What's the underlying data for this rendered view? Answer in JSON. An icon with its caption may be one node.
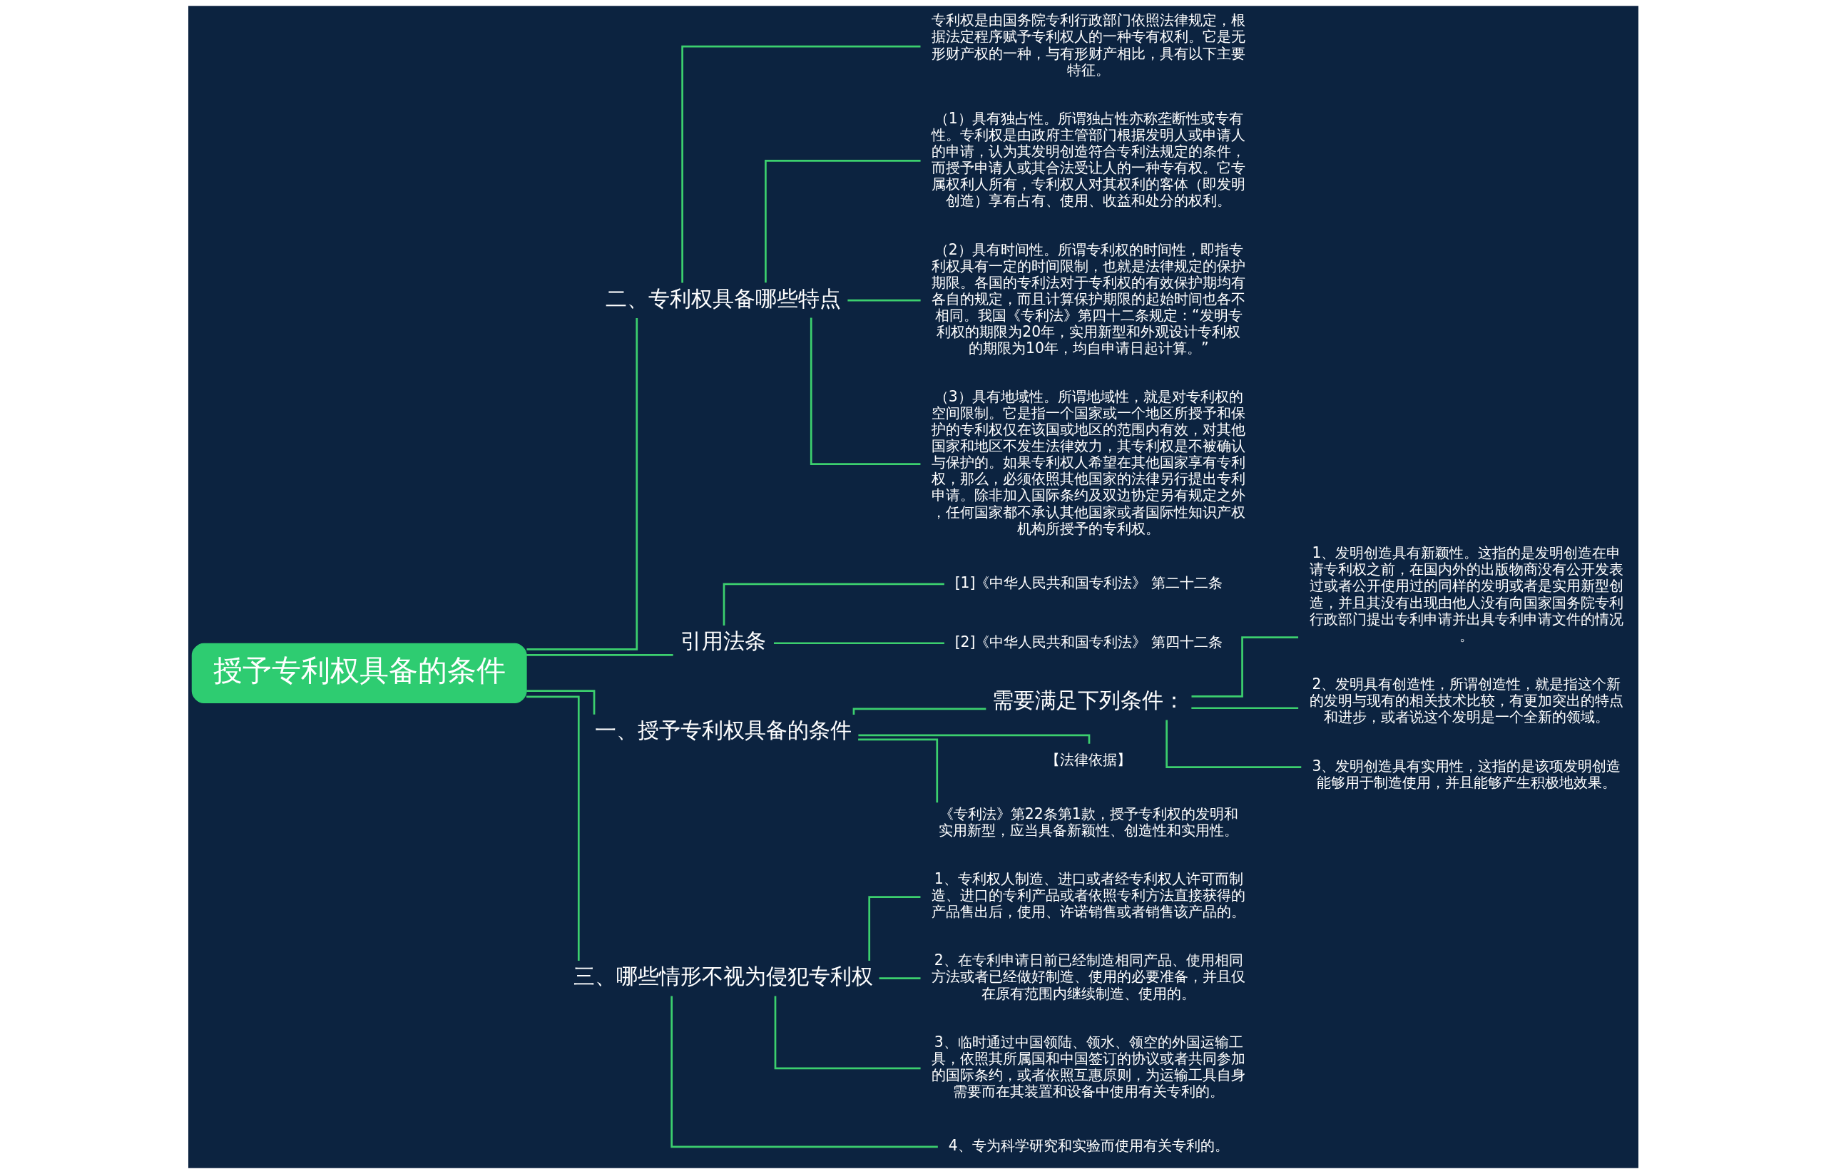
{
  "diagram": {
    "nodes": [
      {
        "text": [
          "授予专利权具备的条件"
        ]
      },
      {
        "text": [
          "二、专利权具备哪些特点"
        ]
      },
      {
        "text": [
          "专利权是由国务院专利行政部门依照法律规定，根据法定程序赋予专利权人的一种专有权利。它是无形财产权的一种，与有形财产相比，具有以下主要特征。"
        ]
      },
      {
        "text": [
          "（1）具有独占性。所谓独占性亦称垄断性或专有性。专利权是由政府主管部门根据发明人或申请人的申请，认为其发明创造符合专利法规定的条件，而授予申请人或其合法受让人的一种专有权。它专属权利人所有，专利权人对其权利的客体（即发明创造）享有占有、使用、收益和处分的权利。"
        ]
      },
      {
        "text": [
          "（2）具有时间性。所谓专利权的时间性，即指专利权具有一定的时间限制，也就是法律规定的保护期限。各国的专利法对于专利权的有效保护期均有各自的规定，而且计算保护期限的起始时间也各不相同。我国《专利法》第四十二条规定：“发明专利权的期限为20年，实用新型和外观设计专利权的期限为10年，均自申请日起计算。”"
        ]
      },
      {
        "text": [
          "（3）具有地域性。所谓地域性，就是对专利权的空间限制。它是指一个国家或一个地区所授予和保护的专利权仅在该国或地区的范围内有效，对其他国家和地区不发生法律效力，其专利权是不被确认与保护的。如果专利权人希望在其他国家享有专利权，那么，必须依照其他国家的法律另行提出专利申请。除非加入国际条约及双边协定另有规定之外，任何国家都不承认其他国家或者国际性知识产权机构所授予的专利权。"
        ]
      },
      {
        "text": [
          "引用法条"
        ]
      },
      {
        "text": [
          "[1]《中华人民共和国专利法》 第二十二条"
        ]
      },
      {
        "text": [
          "[2]《中华人民共和国专利法》 第四十二条"
        ]
      },
      {
        "text": [
          "一、授予专利权具备的条件"
        ]
      },
      {
        "text": [
          "需要满足下列条件："
        ]
      },
      {
        "text": [
          "1、发明创造具有新颖性。这指的是发明创造在申请专利权之前，在国内外的出版物商没有公开发表过或者公开使用过的同样的发明或者是实用新型创造，并且其没有出现由他人没有向国家国务院专利行政部门提出专利申请并出具专利申请文件的情况。"
        ]
      },
      {
        "text": [
          "2、发明具有创造性，所谓创造性，就是指这个新的发明与现有的相关技术比较，有更加突出的特点和进步，或者说这个发明是一个全新的领域。"
        ]
      },
      {
        "text": [
          "3、发明创造具有实用性，这指的是该项发明创造能够用于制造使用，并且能够产生积极地效果。"
        ]
      },
      {
        "text": [
          "【法律依据】"
        ]
      },
      {
        "text": [
          "《专利法》第22条第1款，授予专利权的发明和实用新型，应当具备新颖性、创造性和实用性。"
        ]
      },
      {
        "text": [
          "三、哪些情形不视为侵犯专利权"
        ]
      },
      {
        "text": [
          "1、专利权人制造、进口或者经专利权人许可而制造、进口的专利产品或者依照专利方法直接获得的产品售出后，使用、许诺销售或者销售该产品的。"
        ]
      },
      {
        "text": [
          "2、在专利申请日前已经制造相同产品、使用相同方法或者已经做好制造、使用的必要准备，并且仅在原有范围内继续制造、使用的。"
        ]
      },
      {
        "text": [
          "3、临时通过中国领陆、领水、领空的外国运输工具，依照其所属国和中国签订的协议或者共同参加的国际条约，或者依照互惠原则，为运输工具自身需要而在其装置和设备中使用有关专利的。"
        ]
      },
      {
        "text": [
          "4、专为科学研究和实验而使用有关专利的。"
        ]
      }
    ],
    "edges": [
      {
        "from": 0,
        "to": 1,
        "arrow": "none"
      },
      {
        "from": 1,
        "to": 2,
        "arrow": "none"
      },
      {
        "from": 1,
        "to": 3,
        "arrow": "none"
      },
      {
        "from": 1,
        "to": 4,
        "arrow": "none"
      },
      {
        "from": 1,
        "to": 5,
        "arrow": "none"
      },
      {
        "from": 0,
        "to": 6,
        "arrow": "none"
      },
      {
        "from": 6,
        "to": 7,
        "arrow": "none"
      },
      {
        "from": 6,
        "to": 8,
        "arrow": "none"
      },
      {
        "from": 0,
        "to": 9,
        "arrow": "none"
      },
      {
        "from": 9,
        "to": 10,
        "arrow": "none"
      },
      {
        "from": 10,
        "to": 11,
        "arrow": "none"
      },
      {
        "from": 10,
        "to": 12,
        "arrow": "none"
      },
      {
        "from": 10,
        "to": 13,
        "arrow": "none"
      },
      {
        "from": 9,
        "to": 14,
        "arrow": "none"
      },
      {
        "from": 9,
        "to": 15,
        "arrow": "none"
      },
      {
        "from": 0,
        "to": 16,
        "arrow": "none"
      },
      {
        "from": 16,
        "to": 17,
        "arrow": "none"
      },
      {
        "from": 16,
        "to": 18,
        "arrow": "none"
      },
      {
        "from": 16,
        "to": 19,
        "arrow": "none"
      },
      {
        "from": 16,
        "to": 20,
        "arrow": "none"
      }
    ]
  }
}
